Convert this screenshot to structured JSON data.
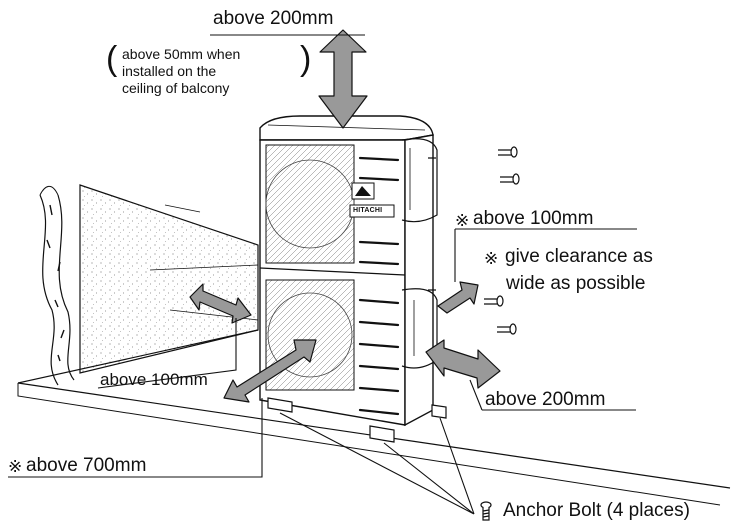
{
  "labels": {
    "top_clearance": "above 200mm",
    "balcony_note_lines": [
      "above 50mm when",
      "installed on the",
      "ceiling of balcony"
    ],
    "right_clearance_mark": "※",
    "right_clearance": "above 100mm",
    "right_note_mark": "※",
    "right_note_line1": "give clearance as",
    "right_note_line2": "wide as possible",
    "front_right_clearance": "above 200mm",
    "left_clearance": "above 100mm",
    "front_clearance_mark": "※",
    "front_clearance": "above 700mm",
    "anchor_bolt": "Anchor Bolt (4 places)"
  },
  "unit": {
    "brand": "HITACHI"
  },
  "colors": {
    "arrow_fill": "#999999",
    "line": "#111111",
    "unit_body": "#ffffff"
  }
}
